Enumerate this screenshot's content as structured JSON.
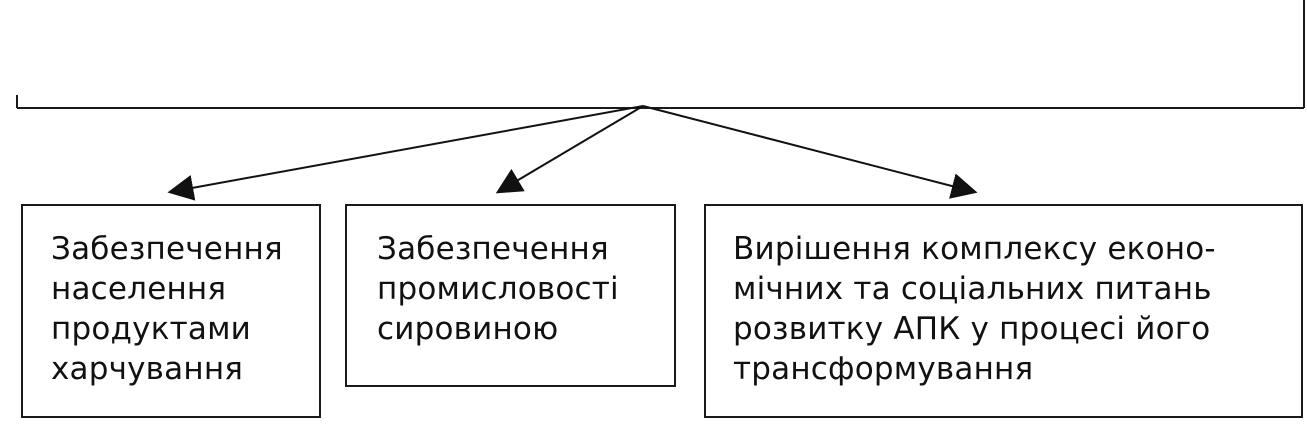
{
  "diagram": {
    "top_block": {
      "text": ""
    },
    "boxes": [
      {
        "id": "box-1",
        "text": "Забезпечення\nнаселення\nпродуктами\nхарчування"
      },
      {
        "id": "box-2",
        "text": "Забезпечення\nпромисловості\nсировиною"
      },
      {
        "id": "box-3",
        "text": "Вирішення комплексу еконо-\nмічних та соціальних питань\nрозвитку АПК у процесі його\nтрансформування"
      }
    ]
  }
}
